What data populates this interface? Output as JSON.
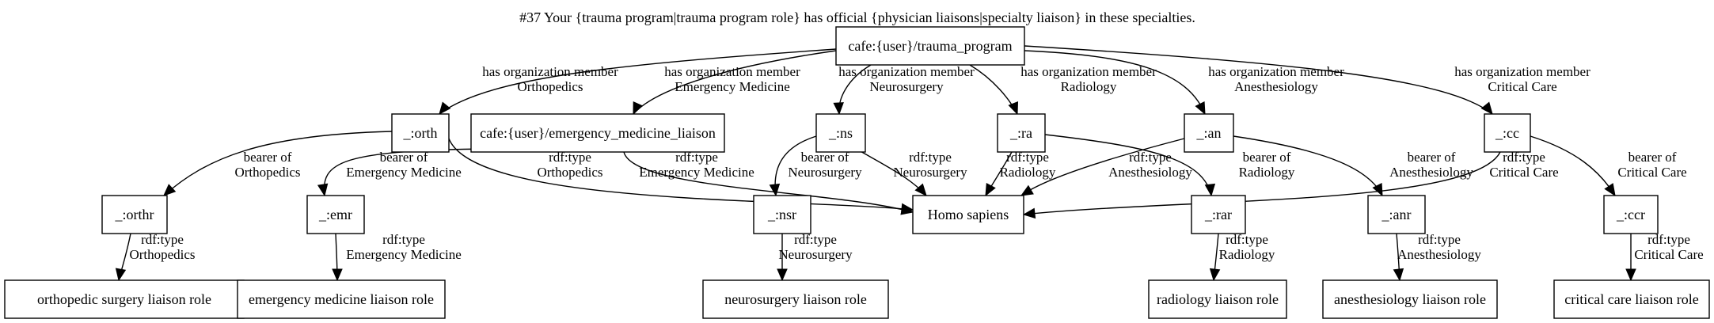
{
  "title": "#37 Your {trauma program|trauma program role} has official {physician liaisons|specialty liaison} in these specialties.",
  "nodes": {
    "root": "cafe:{user}/trauma_program",
    "orth": "_:orth",
    "em": "cafe:{user}/emergency_medicine_liaison",
    "ns": "_:ns",
    "ra": "_:ra",
    "an": "_:an",
    "cc": "_:cc",
    "orthr": "_:orthr",
    "emr": "_:emr",
    "nsr": "_:nsr",
    "homo": "Homo sapiens",
    "rar": "_:rar",
    "anr": "_:anr",
    "ccr": "_:ccr",
    "orth_role": "orthopedic surgery liaison role",
    "em_role": "emergency medicine liaison role",
    "ns_role": "neurosurgery liaison role",
    "ra_role": "radiology liaison role",
    "an_role": "anesthesiology liaison role",
    "cc_role": "critical care liaison role"
  },
  "edges": {
    "member_orth": [
      "has organization member",
      "Orthopedics"
    ],
    "member_em": [
      "has organization member",
      "Emergency Medicine"
    ],
    "member_ns": [
      "has organization member",
      "Neurosurgery"
    ],
    "member_ra": [
      "has organization member",
      "Radiology"
    ],
    "member_an": [
      "has organization member",
      "Anesthesiology"
    ],
    "member_cc": [
      "has organization member",
      "Critical Care"
    ],
    "bearer_orth": [
      "bearer of",
      "Orthopedics"
    ],
    "bearer_em": [
      "bearer of",
      "Emergency Medicine"
    ],
    "bearer_ns": [
      "bearer of",
      "Neurosurgery"
    ],
    "bearer_ra": [
      "bearer of",
      "Radiology"
    ],
    "bearer_an": [
      "bearer of",
      "Anesthesiology"
    ],
    "bearer_cc": [
      "bearer of",
      "Critical Care"
    ],
    "type_orth": [
      "rdf:type",
      "Orthopedics"
    ],
    "type_em": [
      "rdf:type",
      "Emergency Medicine"
    ],
    "type_ns": [
      "rdf:type",
      "Neurosurgery"
    ],
    "type_ra": [
      "rdf:type",
      "Radiology"
    ],
    "type_an": [
      "rdf:type",
      "Anesthesiology"
    ],
    "type_cc": [
      "rdf:type",
      "Critical Care"
    ],
    "role_orth": [
      "rdf:type",
      "Orthopedics"
    ],
    "role_em": [
      "rdf:type",
      "Emergency Medicine"
    ],
    "role_ns": [
      "rdf:type",
      "Neurosurgery"
    ],
    "role_ra": [
      "rdf:type",
      "Radiology"
    ],
    "role_an": [
      "rdf:type",
      "Anesthesiology"
    ],
    "role_cc": [
      "rdf:type",
      "Critical Care"
    ]
  }
}
